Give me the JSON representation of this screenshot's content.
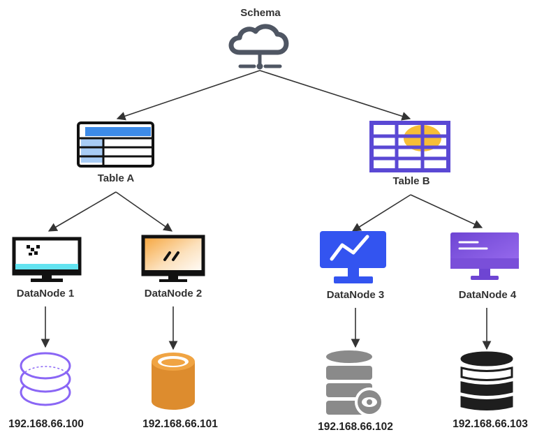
{
  "schema": {
    "label": "Schema",
    "icon": "cloud-network-icon"
  },
  "tables": [
    {
      "label": "Table A",
      "icon": "table-icon"
    },
    {
      "label": "Table B",
      "icon": "table-icon"
    }
  ],
  "datanodes": [
    {
      "label": "DataNode 1",
      "icon": "monitor-icon",
      "ip": "192.168.66.100",
      "db_icon": "database-outline-icon"
    },
    {
      "label": "DataNode 2",
      "icon": "monitor-icon",
      "ip": "192.168.66.101",
      "db_icon": "database-cylinder-icon"
    },
    {
      "label": "DataNode 3",
      "icon": "monitor-chart-icon",
      "ip": "192.168.66.102",
      "db_icon": "database-view-icon"
    },
    {
      "label": "DataNode 4",
      "icon": "monitor-icon",
      "ip": "192.168.66.103",
      "db_icon": "database-stack-icon"
    }
  ],
  "colors": {
    "arrow": "#333333",
    "schema_icon": "#4f5663",
    "table_a_header": "#3d8be8",
    "table_b": "#5a48d4",
    "table_b_accent": "#f7be37",
    "dn2_orange": "#f19a2c",
    "dn3_blue": "#3354f0",
    "dn4_purple": "#7a4fd9",
    "db1_purple": "#8a66f5",
    "db2_orange": "#dd8c2e",
    "db3_gray": "#8a8a8a",
    "db4_black": "#1e1e1e"
  }
}
